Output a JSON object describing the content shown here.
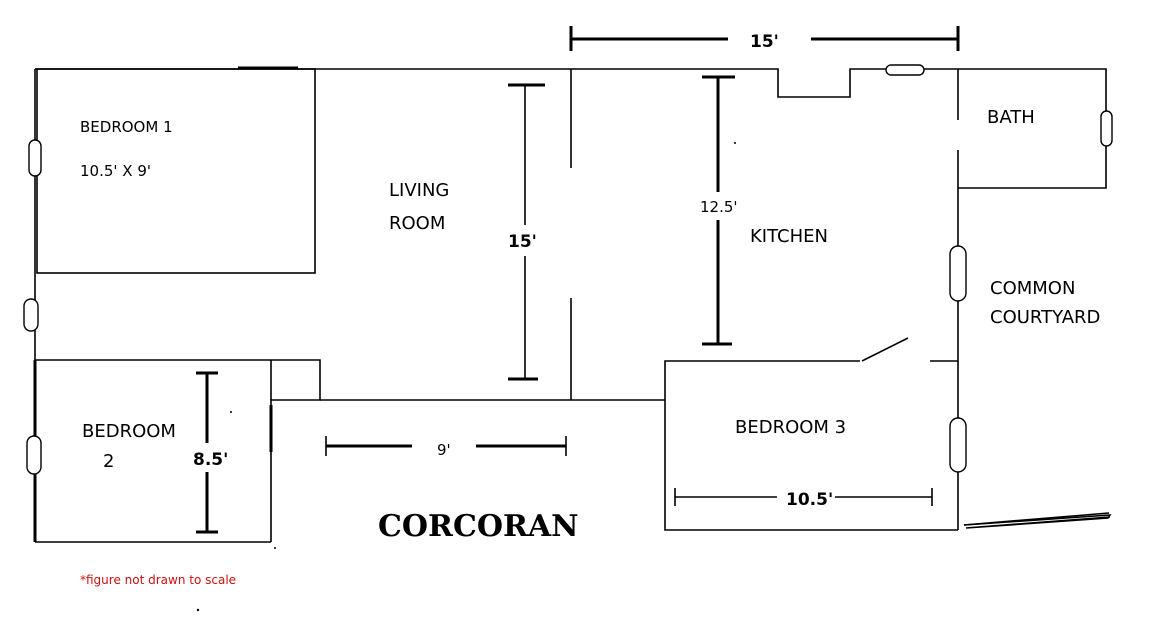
{
  "rooms": {
    "bedroom1": {
      "name": "BEDROOM 1",
      "size": "10.5' X 9'"
    },
    "living_line1": "LIVING",
    "living_line2": "ROOM",
    "kitchen": "KITCHEN",
    "bath": "BATH",
    "courtyard_line1": "COMMON",
    "courtyard_line2": "COURTYARD",
    "bedroom2_line1": "BEDROOM",
    "bedroom2_line2": "2",
    "bedroom3": "BEDROOM 3"
  },
  "dimensions": {
    "top_width": "15'",
    "living_height": "15'",
    "kitchen_height": "12.5'",
    "bedroom2_height": "8.5'",
    "hall_width": "9'",
    "bedroom3_width": "10.5'"
  },
  "title": "CORCORAN",
  "note": "*figure not drawn to scale"
}
